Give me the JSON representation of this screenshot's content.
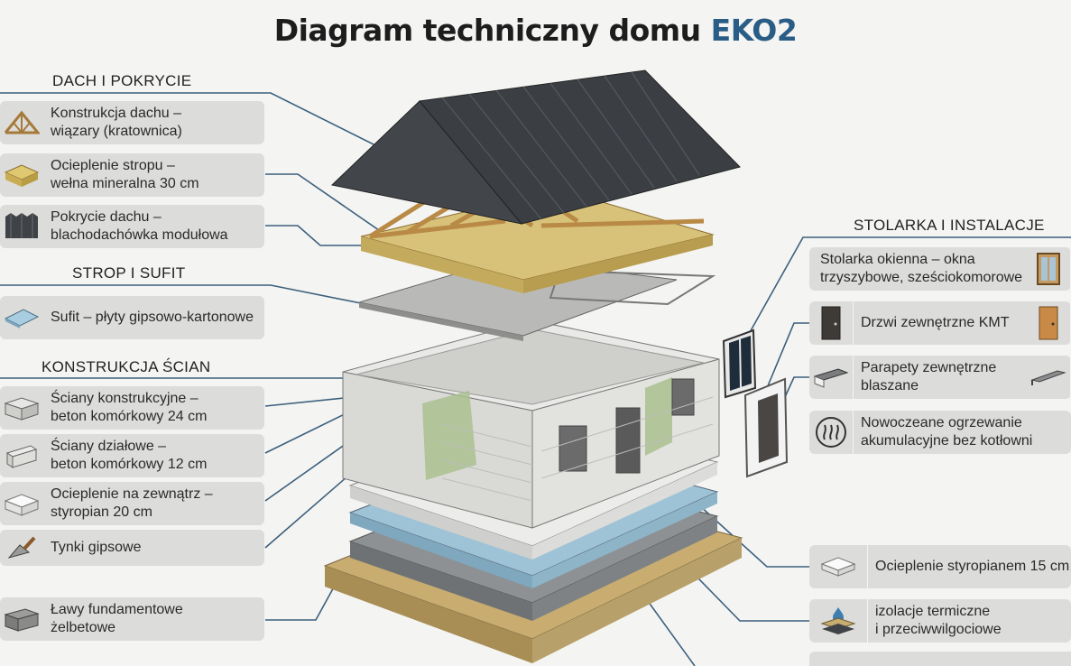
{
  "title": {
    "main": "Diagram techniczny domu",
    "brand": "EKO2",
    "brand_color": "#2a5d85"
  },
  "sections": {
    "roof": "DACH I POKRYCIE",
    "ceiling": "STROP I SUFIT",
    "walls": "KONSTRUKCJA ŚCIAN",
    "joinery": "STOLARKA I INSTALACJE"
  },
  "left_items": [
    {
      "text": "Konstrukcja dachu –\nwiązary (kratownica)",
      "icon": "truss-icon"
    },
    {
      "text": "Ocieplenie stropu –\nwełna mineralna 30 cm",
      "icon": "mineral-wool-icon"
    },
    {
      "text": "Pokrycie dachu –\nblachodachówka modułowa",
      "icon": "metal-roof-sheet-icon"
    },
    {
      "text": "Sufit – płyty gipsowo-kartonowe",
      "icon": "drywall-board-icon"
    },
    {
      "text": "Ściany konstrukcyjne –\nbeton komórkowy 24 cm",
      "icon": "concrete-block-icon"
    },
    {
      "text": "Ściany działowe –\nbeton komórkowy 12 cm",
      "icon": "thin-block-icon"
    },
    {
      "text": "Ocieplenie na zewnątrz –\nstyropian 20 cm",
      "icon": "styrofoam-icon"
    },
    {
      "text": "Tynki gipsowe",
      "icon": "trowel-icon"
    },
    {
      "text": "Ławy fundamentowe\nżelbetowe",
      "icon": "foundation-block-icon"
    }
  ],
  "right_items": [
    {
      "text": "Stolarka okienna – okna\ntrzyszybowe, sześciokomorowe",
      "icon": "window-icon"
    },
    {
      "text": "Drzwi zewnętrzne KMT",
      "icon": "door-icon"
    },
    {
      "text": "Parapety zewnętrzne\nblaszane",
      "icon": "window-sill-icon"
    },
    {
      "text": "Nowoczeane ogrzewanie\nakumulacyjne bez kotłowni",
      "icon": "heating-icon"
    },
    {
      "text": "Ocieplenie styropianem 15 cm",
      "icon": "styrofoam-slab-icon"
    },
    {
      "text": "izolacje termiczne\ni przeciwwilgociowe",
      "icon": "insulation-layers-icon"
    }
  ],
  "colors": {
    "panel": "#dcdcda",
    "line": "#3b5f7c",
    "roof": "#3f4246",
    "wood": "#c9a96b"
  }
}
